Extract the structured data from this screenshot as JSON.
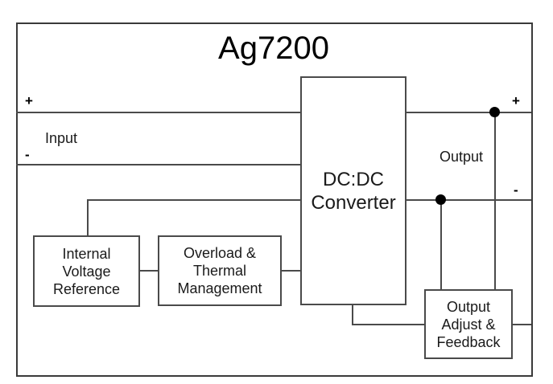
{
  "diagram": {
    "title": "Ag7200",
    "terminals": {
      "input_plus": "+",
      "input_minus": "-",
      "output_plus": "+",
      "output_minus": "-"
    },
    "labels": {
      "input": "Input",
      "output": "Output"
    },
    "blocks": {
      "dcdc_converter": {
        "line1": "DC:DC",
        "line2": "Converter"
      },
      "internal_voltage_reference": {
        "line1": "Internal",
        "line2": "Voltage",
        "line3": "Reference"
      },
      "overload_thermal_management": {
        "line1": "Overload &",
        "line2": "Thermal",
        "line3": "Management"
      },
      "output_adjust_feedback": {
        "line1": "Output",
        "line2": "Adjust &",
        "line3": "Feedback"
      }
    },
    "colors": {
      "background": "#ffffff",
      "wire": "#4a4a4a",
      "text": "#111111",
      "junction_dot": "#000000"
    }
  }
}
